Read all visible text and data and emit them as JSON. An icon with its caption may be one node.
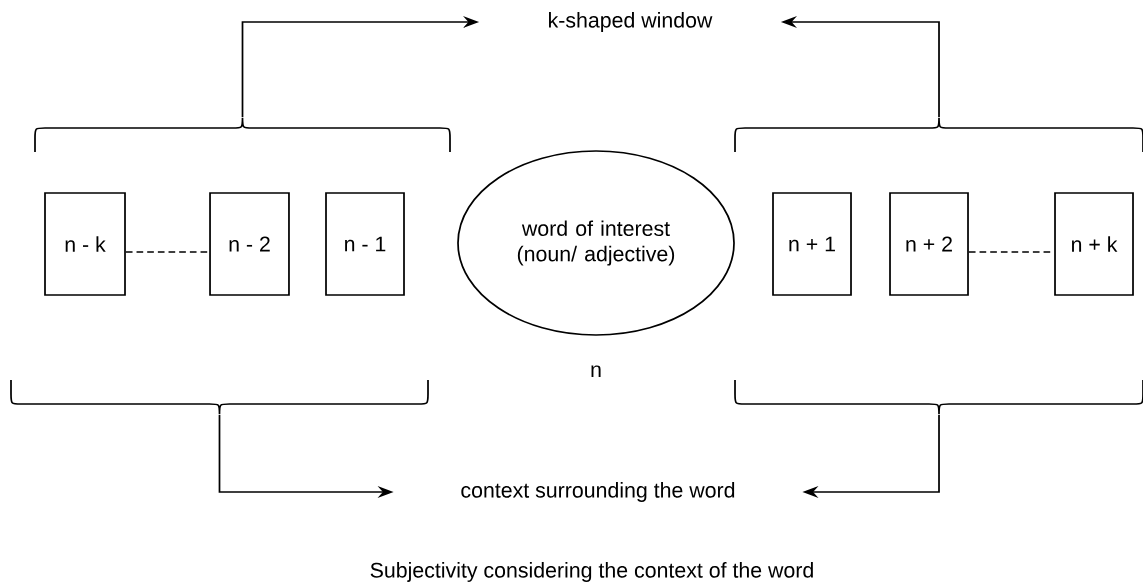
{
  "diagram": {
    "caption": "Subjectivity considering the context of the word",
    "nodes": [
      {
        "text": [],
        "shape": "brace"
      },
      {
        "text": [
          "k-shaped window"
        ]
      },
      {
        "text": [],
        "shape": "brace"
      },
      {
        "text": [
          "n - k"
        ]
      },
      {
        "text": [
          "n - 2"
        ]
      },
      {
        "text": [
          "n - 1"
        ]
      },
      {
        "text": [
          "word of interest (noun/ adjective)"
        ],
        "beside": [
          "n"
        ]
      },
      {
        "text": [
          "n + 1"
        ]
      },
      {
        "text": [
          "n + 2"
        ]
      },
      {
        "text": [
          "n + k"
        ]
      },
      {
        "text": [],
        "shape": "brace"
      },
      {
        "text": [
          "context surrounding the word"
        ]
      },
      {
        "text": [],
        "shape": "brace"
      }
    ],
    "edges": [
      {
        "from": 0,
        "to": 1,
        "arrow": "to"
      },
      {
        "from": 2,
        "to": 1,
        "arrow": "to"
      },
      {
        "from": 3,
        "to": 4,
        "arrow": "none",
        "style": "dashed"
      },
      {
        "from": 8,
        "to": 9,
        "arrow": "none",
        "style": "dashed"
      },
      {
        "from": 10,
        "to": 11,
        "arrow": "to"
      },
      {
        "from": 12,
        "to": 11,
        "arrow": "to"
      }
    ]
  }
}
